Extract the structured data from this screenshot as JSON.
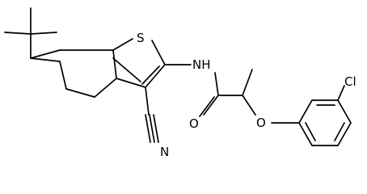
{
  "molecule": {
    "atoms": {
      "sulfur": "S",
      "amide_nh": "NH",
      "carbonyl_o": "O",
      "ether_o": "O",
      "chlorine": "Cl",
      "nitrile_n": "N"
    }
  },
  "colors": {
    "ink": "#000000",
    "background": "#ffffff"
  }
}
